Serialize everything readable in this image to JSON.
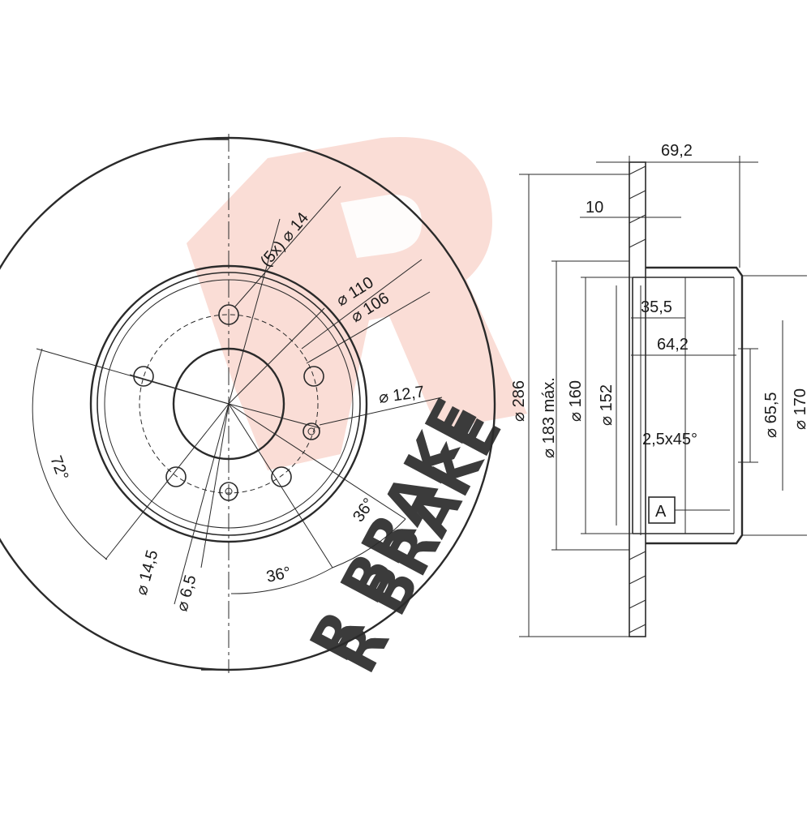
{
  "watermark": {
    "brand_text": "R BRAKE",
    "logo_color": "#f4b6a8",
    "shadow_color": "#d9d9d9"
  },
  "front_view": {
    "label_bolts": "(5x) ⌀ 14",
    "label_d110": "⌀ 110",
    "label_d106": "⌀ 106",
    "label_d12_7": "⌀ 12,7",
    "label_angle72": "72°",
    "label_angle36a": "36°",
    "label_angle36b": "36°",
    "label_d14_5": "⌀ 14,5",
    "label_d6_5": "⌀ 6,5"
  },
  "side_view": {
    "label_69_2": "69,2",
    "label_10": "10",
    "label_35_5": "35,5",
    "label_64_2": "64,2",
    "label_chamfer": "2,5x45°",
    "label_ref": "A",
    "label_d286": "⌀ 286",
    "label_d183": "⌀ 183 máx.",
    "label_d160": "⌀ 160",
    "label_d152": "⌀ 152",
    "label_d65_5": "⌀ 65,5",
    "label_d170": "⌀ 170"
  },
  "colors": {
    "line": "#2a2a2a",
    "background": "#ffffff"
  }
}
